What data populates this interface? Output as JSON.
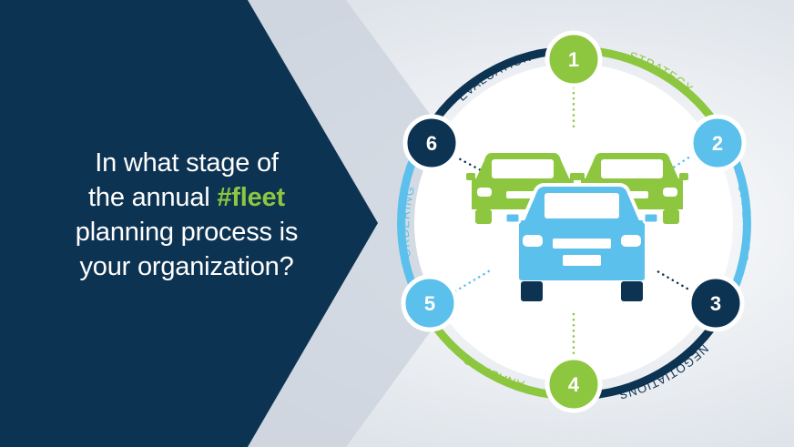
{
  "headline": {
    "line1": "In what stage of",
    "line2_prefix": "the annual ",
    "line2_hashtag": "#fleet",
    "line3": "planning process is",
    "line4": "your organization?"
  },
  "stages": [
    {
      "number": "1",
      "label": "STRATEGY"
    },
    {
      "number": "2",
      "label": "OFFERINGS"
    },
    {
      "number": "3",
      "label": "NEGOTIATIONS"
    },
    {
      "number": "4",
      "label": "ANALYSIS"
    },
    {
      "number": "5",
      "label": "ORDERING"
    },
    {
      "number": "6",
      "label": "EVALUATION"
    }
  ],
  "colors": {
    "navy": "#0d3352",
    "green": "#8dc63f",
    "light_blue": "#5bc0eb",
    "background_gray": "#e3e7ec"
  }
}
